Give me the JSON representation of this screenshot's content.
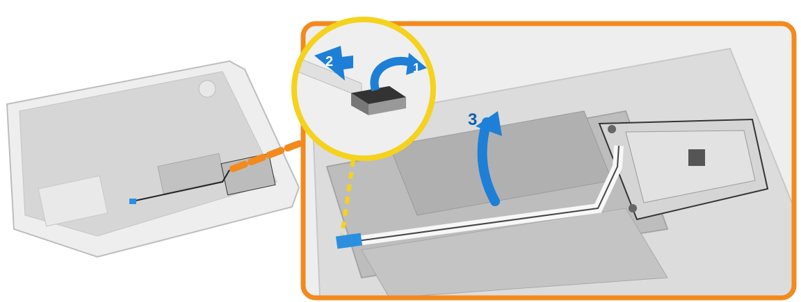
{
  "steps": [
    {
      "label": "1",
      "action": "flip-latch"
    },
    {
      "label": "2",
      "action": "pull-cable"
    },
    {
      "label": "3",
      "action": "lift-board"
    }
  ],
  "colors": {
    "callout_orange": "#f28a1e",
    "callout_yellow": "#f5d21c",
    "arrow_blue": "#1e7fd6",
    "arrow_blue_dark": "#0f5fae",
    "frame_gray": "#e6e6e6",
    "chassis_gray": "#d9d9d9",
    "board_gray": "#b9b9b9",
    "cable_blue": "#2b8fe0"
  },
  "icons": {
    "step_arrow": "curved-arrow-icon",
    "latch": "connector-latch-icon"
  }
}
